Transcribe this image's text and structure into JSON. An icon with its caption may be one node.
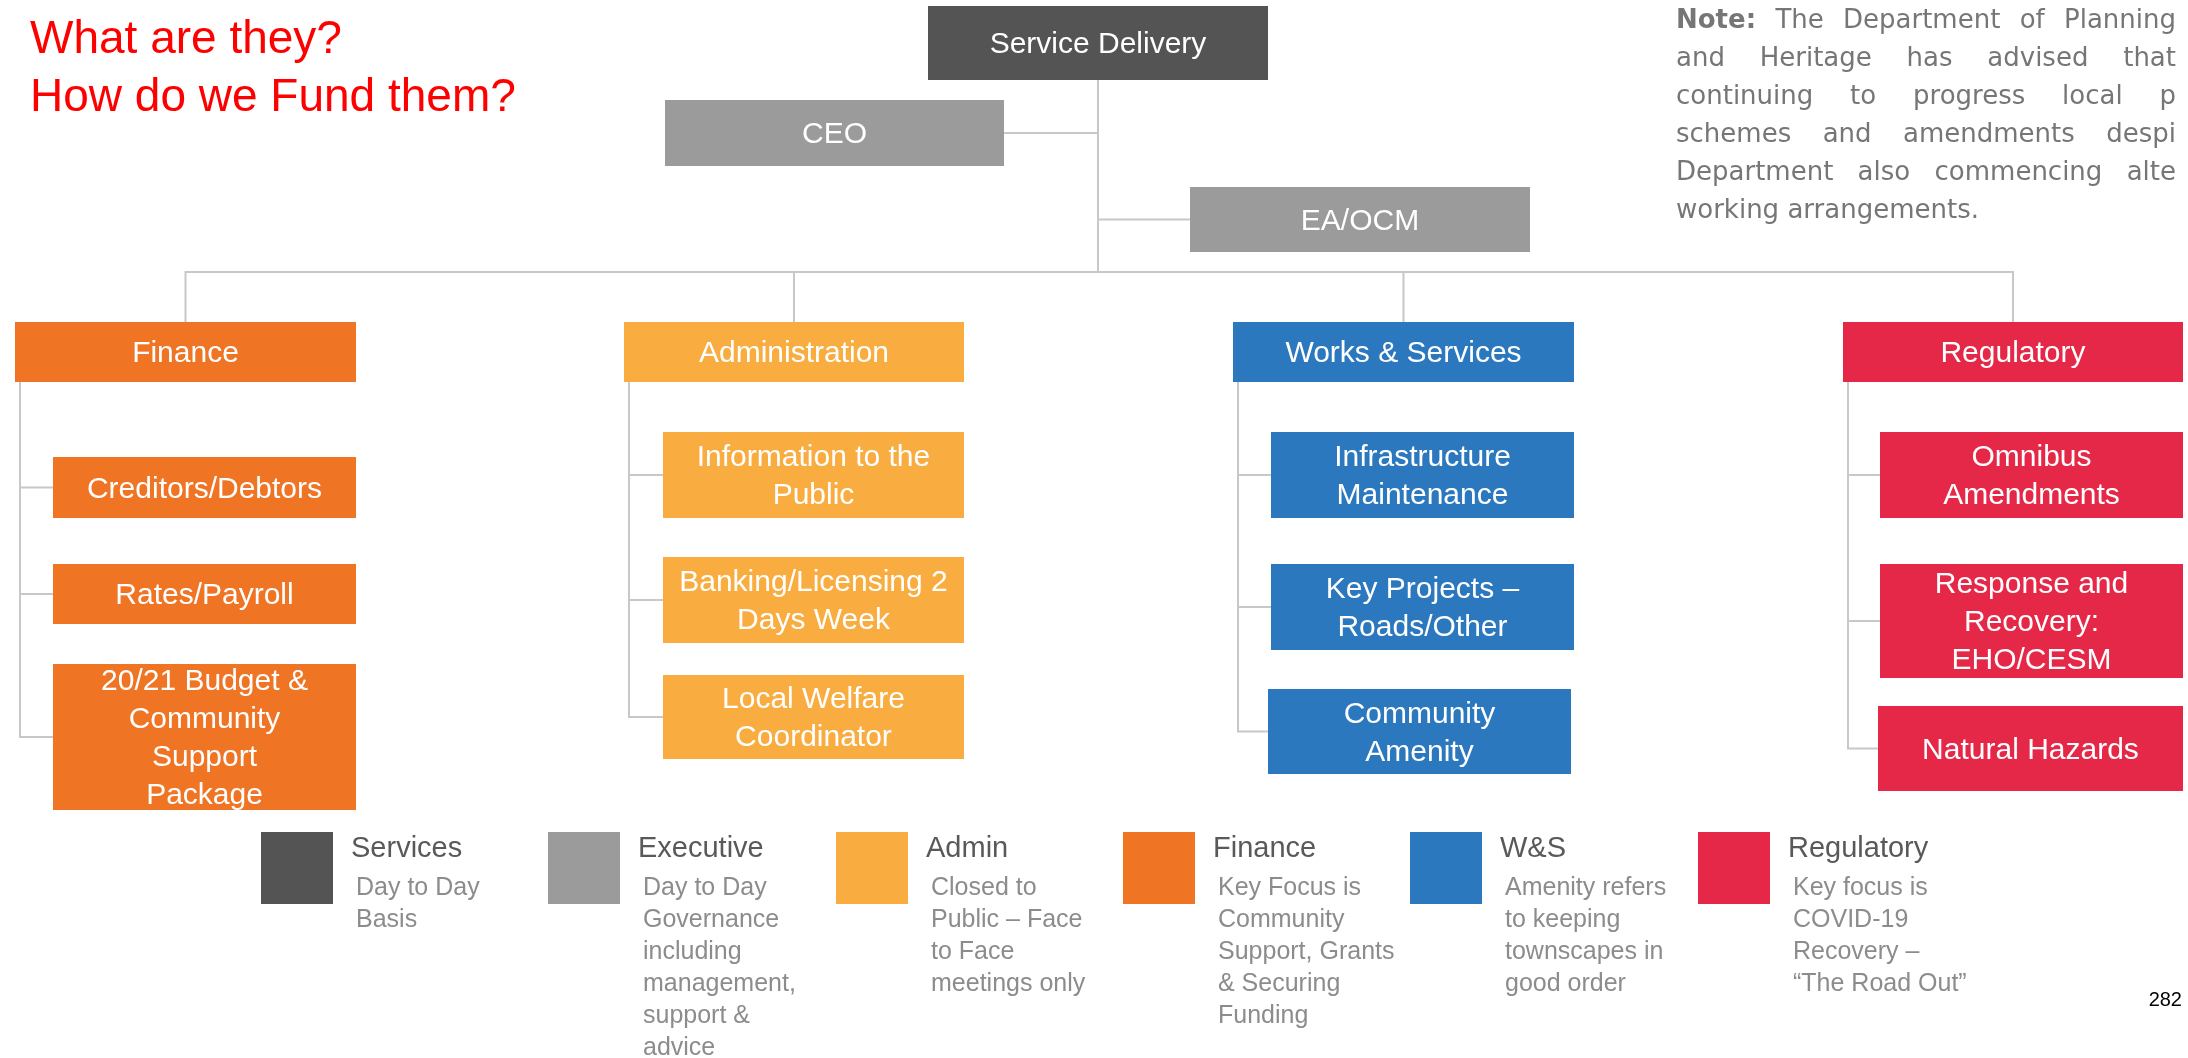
{
  "diagram": {
    "title": "What are they? How do we Fund them?",
    "nodes": [
      {
        "text": [
          "Service Delivery"
        ]
      },
      {
        "text": [
          "CEO"
        ]
      },
      {
        "text": [
          "EA/OCM"
        ]
      },
      {
        "text": [
          "Finance"
        ]
      },
      {
        "text": [
          "Administration"
        ]
      },
      {
        "text": [
          "Works & Services"
        ]
      },
      {
        "text": [
          "Regulatory"
        ]
      },
      {
        "text": [
          "Creditors/Debtors"
        ]
      },
      {
        "text": [
          "Rates/Payroll"
        ]
      },
      {
        "text": [
          "20/21 Budget & Community Support Package"
        ]
      },
      {
        "text": [
          "Information to the Public"
        ]
      },
      {
        "text": [
          "Banking/Licensing 2 Days Week"
        ]
      },
      {
        "text": [
          "Local Welfare Coordinator"
        ]
      },
      {
        "text": [
          "Infrastructure Maintenance"
        ]
      },
      {
        "text": [
          "Key Projects – Roads/Other"
        ]
      },
      {
        "text": [
          "Community Amenity"
        ]
      },
      {
        "text": [
          "Omnibus Amendments"
        ]
      },
      {
        "text": [
          "Response and Recovery: EHO/CESM"
        ]
      },
      {
        "text": [
          "Natural Hazards"
        ]
      }
    ],
    "edges": [
      {
        "from": 0,
        "to": 1,
        "arrow": "none"
      },
      {
        "from": 0,
        "to": 2,
        "arrow": "none"
      },
      {
        "from": 0,
        "to": 3,
        "arrow": "none"
      },
      {
        "from": 0,
        "to": 4,
        "arrow": "none"
      },
      {
        "from": 0,
        "to": 5,
        "arrow": "none"
      },
      {
        "from": 0,
        "to": 6,
        "arrow": "none"
      },
      {
        "from": 3,
        "to": 7,
        "arrow": "none"
      },
      {
        "from": 3,
        "to": 8,
        "arrow": "none"
      },
      {
        "from": 3,
        "to": 9,
        "arrow": "none"
      },
      {
        "from": 4,
        "to": 10,
        "arrow": "none"
      },
      {
        "from": 4,
        "to": 11,
        "arrow": "none"
      },
      {
        "from": 4,
        "to": 12,
        "arrow": "none"
      },
      {
        "from": 5,
        "to": 13,
        "arrow": "none"
      },
      {
        "from": 5,
        "to": 14,
        "arrow": "none"
      },
      {
        "from": 5,
        "to": 15,
        "arrow": "none"
      },
      {
        "from": 6,
        "to": 16,
        "arrow": "none"
      },
      {
        "from": 6,
        "to": 17,
        "arrow": "none"
      },
      {
        "from": 6,
        "to": 18,
        "arrow": "none"
      }
    ],
    "labels": [
      "**Note:** The Department of Planning and Heritage has advised that continuing to progress local p schemes and amendments despi Department also commencing alte working arrangements.",
      "Day to Day Basis",
      "Day to Day Governance including management, support & advice",
      "Closed to Public – Face to Face meetings only",
      "Key Focus is Community Support, Grants & Securing Funding",
      "Amenity refers to keeping townscapes in good order",
      "Key focus is COVID-19 Recovery – “The Road Out”",
      "282"
    ],
    "legend": [
      {
        "text": "Services",
        "color": "#545454"
      },
      {
        "text": "Executive",
        "color": "#9b9b9b"
      },
      {
        "text": "Admin",
        "color": "#f9ad40"
      },
      {
        "text": "Finance",
        "color": "#ef7424"
      },
      {
        "text": "W&S",
        "color": "#2b78be"
      },
      {
        "text": "Regulatory",
        "color": "#e62848"
      }
    ]
  }
}
